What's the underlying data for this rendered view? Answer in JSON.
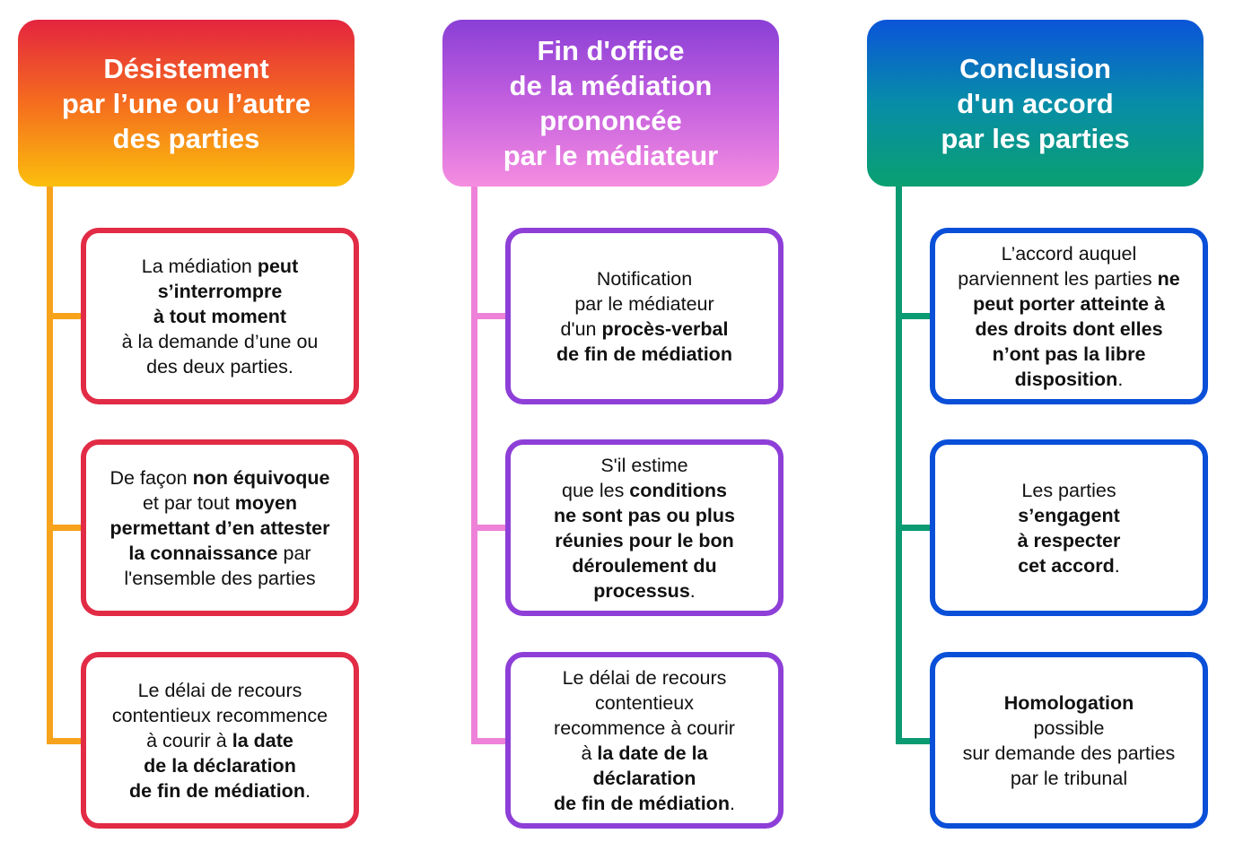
{
  "columns": [
    {
      "title": "Désistement\npar l’une ou l’autre\ndes parties",
      "line_color": "#f7a21b",
      "box_color": "#e22b45",
      "boxes": [
        [
          {
            "t": "La médiation "
          },
          {
            "t": "peut\ns’interrompre\nà tout moment",
            "b": true
          },
          {
            "t": "\nà la demande d’une ou\ndes deux parties."
          }
        ],
        [
          {
            "t": "De façon "
          },
          {
            "t": "non équivoque",
            "b": true
          },
          {
            "t": "\net par tout "
          },
          {
            "t": "moyen\npermettant d’en attester\nla connaissance",
            "b": true
          },
          {
            "t": " par\nl'ensemble des parties"
          }
        ],
        [
          {
            "t": "Le délai de recours\ncontentieux recommence\nà courir à "
          },
          {
            "t": "la date\nde la déclaration\nde fin de médiation",
            "b": true
          },
          {
            "t": "."
          }
        ]
      ]
    },
    {
      "title": "Fin d'office\nde la médiation\nprononcée\npar le médiateur",
      "line_color": "#ee82d8",
      "box_color": "#8e3fd8",
      "boxes": [
        [
          {
            "t": "Notification\npar le médiateur\nd'un "
          },
          {
            "t": "procès-verbal\nde fin de médiation",
            "b": true
          }
        ],
        [
          {
            "t": "S'il estime\nque les "
          },
          {
            "t": "conditions\nne sont pas ou plus\nréunies pour le bon\ndéroulement du\nprocessus",
            "b": true
          },
          {
            "t": "."
          }
        ],
        [
          {
            "t": "Le délai de recours\ncontentieux\nrecommence à courir\nà "
          },
          {
            "t": "la date de la\ndéclaration\nde fin de médiation",
            "b": true
          },
          {
            "t": "."
          }
        ]
      ]
    },
    {
      "title": "Conclusion\nd'un accord\npar les parties",
      "line_color": "#0a9b72",
      "box_color": "#0a4fd8",
      "boxes": [
        [
          {
            "t": "L’accord auquel\nparviennent les parties "
          },
          {
            "t": "ne\npeut porter atteinte à\ndes droits dont elles\nn’ont pas la libre\ndisposition",
            "b": true
          },
          {
            "t": "."
          }
        ],
        [
          {
            "t": "Les parties\n"
          },
          {
            "t": "s’engagent\nà respecter\ncet accord",
            "b": true
          },
          {
            "t": "."
          }
        ],
        [
          {
            "t": "Homologation",
            "b": true
          },
          {
            "t": "\npossible\nsur demande des parties\npar le tribunal"
          }
        ]
      ]
    }
  ]
}
